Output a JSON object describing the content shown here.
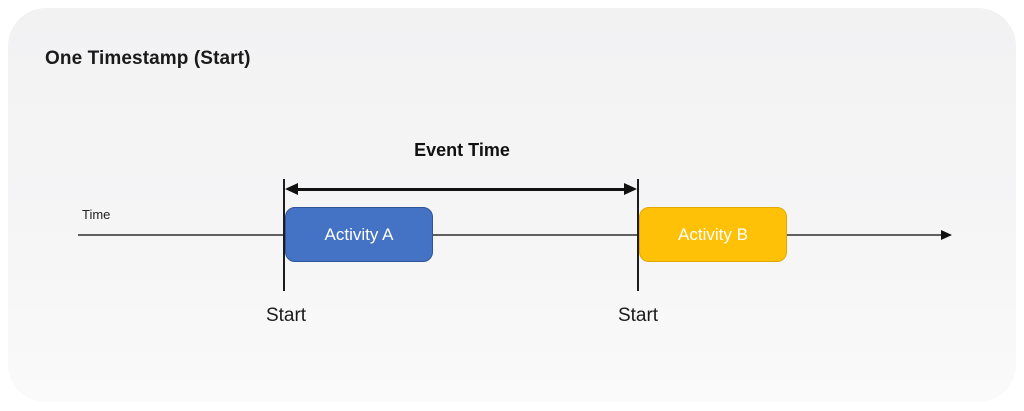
{
  "title": "One Timestamp (Start)",
  "diagram": {
    "event_time_label": "Event Time",
    "time_axis_label": "Time",
    "activity_a": {
      "label": "Activity A",
      "fill_color": "#4472c4",
      "border_color": "#2f5597",
      "text_color": "#ffffff"
    },
    "activity_b": {
      "label": "Activity B",
      "fill_color": "#ffc107",
      "border_color": "#e3a900",
      "text_color": "#ffffff"
    },
    "start_a_label": "Start",
    "start_b_label": "Start",
    "colors": {
      "panel_background_top": "#f2f2f3",
      "panel_background_bottom": "#fafafa",
      "page_background": "#ffffff",
      "line_color": "#111111",
      "timeline_color": "#5f5f5f",
      "text_color": "#1a1a1a"
    }
  }
}
